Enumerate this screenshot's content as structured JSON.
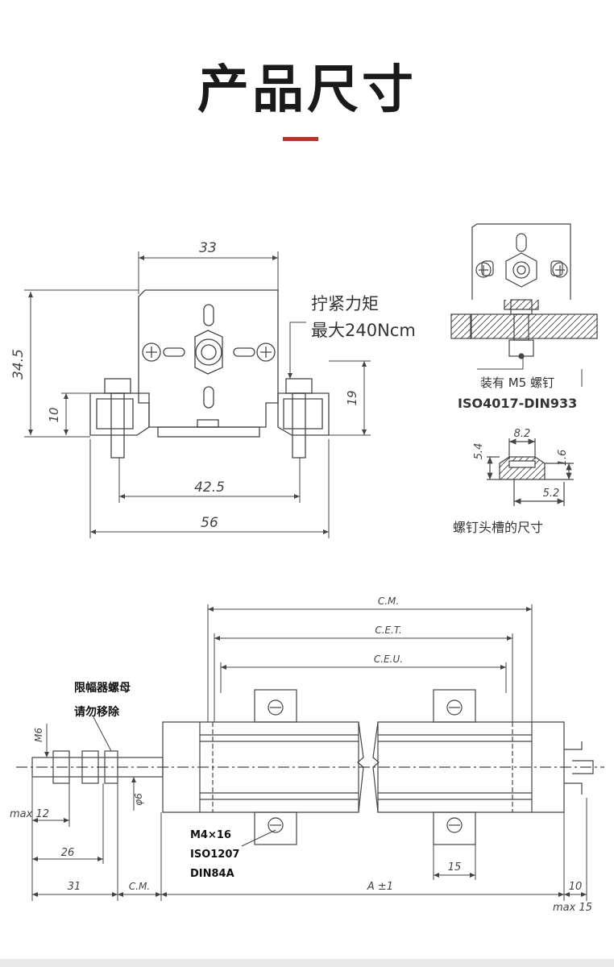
{
  "header": {
    "title": "产品尺寸",
    "accent_color": "#c62b26"
  },
  "front_view": {
    "dims": {
      "top_width": "33",
      "height": "34.5",
      "rail_height": "10",
      "right_height": "19",
      "hole_spacing": "42.5",
      "total_width": "56"
    },
    "torque_note": {
      "line1": "拧紧力矩",
      "line2": "最大240Ncm"
    }
  },
  "screw_detail": {
    "label": {
      "line1": "装有 M5 螺钉",
      "line2": "ISO4017-DIN933"
    },
    "slot_dims": {
      "width": "8.2",
      "depth": "5.4",
      "lip": "1.6",
      "inner": "5.2"
    },
    "caption": "螺钉头槽的尺寸"
  },
  "side_view": {
    "dims": {
      "cm": "C.M.",
      "cet": "C.E.T.",
      "ceu": "C.E.U.",
      "m6": "M6",
      "rod_dia": "φ6",
      "max12": "max 12",
      "d26": "26",
      "d31": "31",
      "cm_bottom": "C.M.",
      "a_tol": "A ±1",
      "d10": "10",
      "max15": "max 15",
      "d15": "15"
    },
    "limiter_note": {
      "line1": "限幅器螺母",
      "line2": "请勿移除"
    },
    "screw_note": {
      "line1": "M4×16",
      "line2": "ISO1207",
      "line3": "DIN84A"
    }
  }
}
